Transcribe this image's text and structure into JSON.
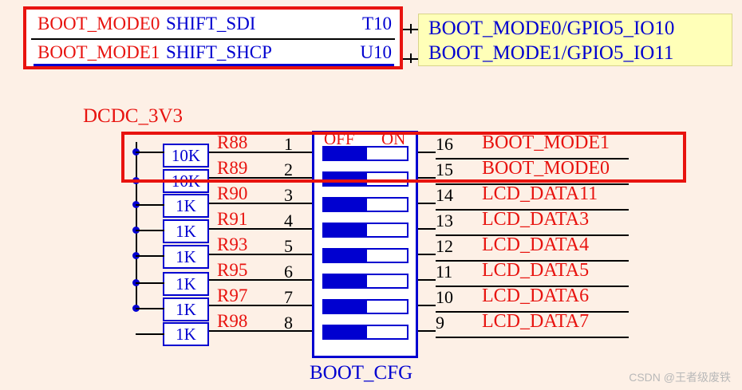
{
  "diagram": {
    "title": "BOOT_CFG DIP switch schematic",
    "top_table": {
      "rows": [
        {
          "signal": "BOOT_MODE0",
          "func": "SHIFT_SDI",
          "pin": "T10"
        },
        {
          "signal": "BOOT_MODE1",
          "func": "SHIFT_SHCP",
          "pin": "U10"
        }
      ]
    },
    "note_box": {
      "lines": [
        "BOOT_MODE0/GPIO5_IO10",
        "BOOT_MODE1/GPIO5_IO11"
      ]
    },
    "power_label": "DCDC_3V3",
    "component_label": "BOOT_CFG",
    "switch_labels": {
      "off": "OFF",
      "on": "ON"
    },
    "rows": [
      {
        "resistor": "R88",
        "value": "10K",
        "pin_left": "1",
        "pin_right": "16",
        "net": "BOOT_MODE1"
      },
      {
        "resistor": "R89",
        "value": "10K",
        "pin_left": "2",
        "pin_right": "15",
        "net": "BOOT_MODE0"
      },
      {
        "resistor": "R90",
        "value": "1K",
        "pin_left": "3",
        "pin_right": "14",
        "net": "LCD_DATA11"
      },
      {
        "resistor": "R91",
        "value": "1K",
        "pin_left": "4",
        "pin_right": "13",
        "net": "LCD_DATA3"
      },
      {
        "resistor": "R93",
        "value": "1K",
        "pin_left": "5",
        "pin_right": "12",
        "net": "LCD_DATA4"
      },
      {
        "resistor": "R95",
        "value": "1K",
        "pin_left": "6",
        "pin_right": "11",
        "net": "LCD_DATA5"
      },
      {
        "resistor": "R97",
        "value": "1K",
        "pin_left": "7",
        "pin_right": "10",
        "net": "LCD_DATA6"
      },
      {
        "resistor": "R98",
        "value": "1K",
        "pin_left": "8",
        "pin_right": "9",
        "net": "LCD_DATA7"
      }
    ],
    "watermark": "CSDN @王者级废铁",
    "colors": {
      "red": "#e8130f",
      "blue": "#0000d0",
      "background": "#fdf0e6",
      "note_bg": "#ffffb8"
    }
  }
}
